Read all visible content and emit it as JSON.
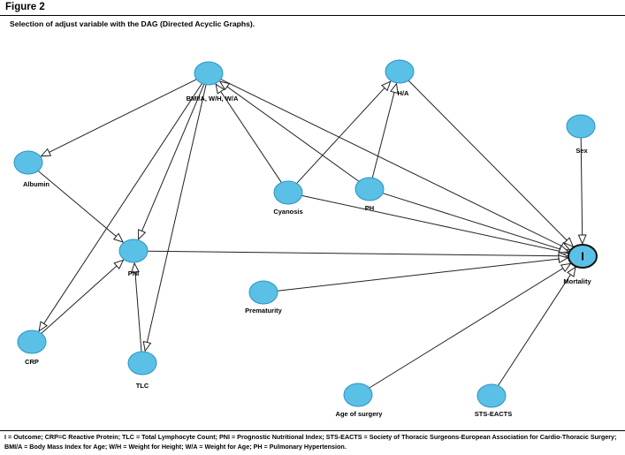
{
  "figure_title": "Figure 2",
  "subtitle": "Selection of adjust variable with the DAG (Directed Acyclic Graphs).",
  "footnote": "I = Outcome; CRP=C Reactive Protein; TLC = Total Lymphocyte Count; PNI = Prognostic Nutritional Index; STS-EACTS = Society of Thoracic Surgeons-European Association for Cardio-Thoracic Surgery; BMI/A = Body Mass Index for Age; W/H = Weight for Height; W/A = Weight for Age; PH = Pulmonary Hypertension.",
  "colors": {
    "node_fill": "#5bc0e6",
    "node_stroke": "#2c93c4",
    "edge": "#222222"
  },
  "nodes": [
    {
      "id": "bmi",
      "label": "BMI/A, W/H, W/A"
    },
    {
      "id": "ha",
      "label": "H/A"
    },
    {
      "id": "sex",
      "label": "Sex"
    },
    {
      "id": "albumin",
      "label": "Albumin"
    },
    {
      "id": "cyanosis",
      "label": "Cyanosis"
    },
    {
      "id": "ph",
      "label": "PH"
    },
    {
      "id": "pni",
      "label": "PNI"
    },
    {
      "id": "mortality",
      "label": "Mortality",
      "outcome_symbol": "I"
    },
    {
      "id": "prematurity",
      "label": "Prematurity"
    },
    {
      "id": "crp",
      "label": "CRP"
    },
    {
      "id": "tlc",
      "label": "TLC"
    },
    {
      "id": "age",
      "label": "Age of surgery"
    },
    {
      "id": "sts",
      "label": "STS-EACTS"
    }
  ],
  "edges": [
    {
      "from": "bmi",
      "to": "albumin"
    },
    {
      "from": "bmi",
      "to": "pni"
    },
    {
      "from": "bmi",
      "to": "crp"
    },
    {
      "from": "bmi",
      "to": "tlc"
    },
    {
      "from": "bmi",
      "to": "mortality"
    },
    {
      "from": "cyanosis",
      "to": "bmi"
    },
    {
      "from": "ph",
      "to": "bmi"
    },
    {
      "from": "cyanosis",
      "to": "ha"
    },
    {
      "from": "ph",
      "to": "ha"
    },
    {
      "from": "ha",
      "to": "mortality"
    },
    {
      "from": "sex",
      "to": "mortality"
    },
    {
      "from": "albumin",
      "to": "pni"
    },
    {
      "from": "cyanosis",
      "to": "mortality"
    },
    {
      "from": "ph",
      "to": "mortality"
    },
    {
      "from": "pni",
      "to": "mortality"
    },
    {
      "from": "crp",
      "to": "pni"
    },
    {
      "from": "tlc",
      "to": "pni"
    },
    {
      "from": "prematurity",
      "to": "mortality"
    },
    {
      "from": "age",
      "to": "mortality"
    },
    {
      "from": "sts",
      "to": "mortality"
    }
  ]
}
